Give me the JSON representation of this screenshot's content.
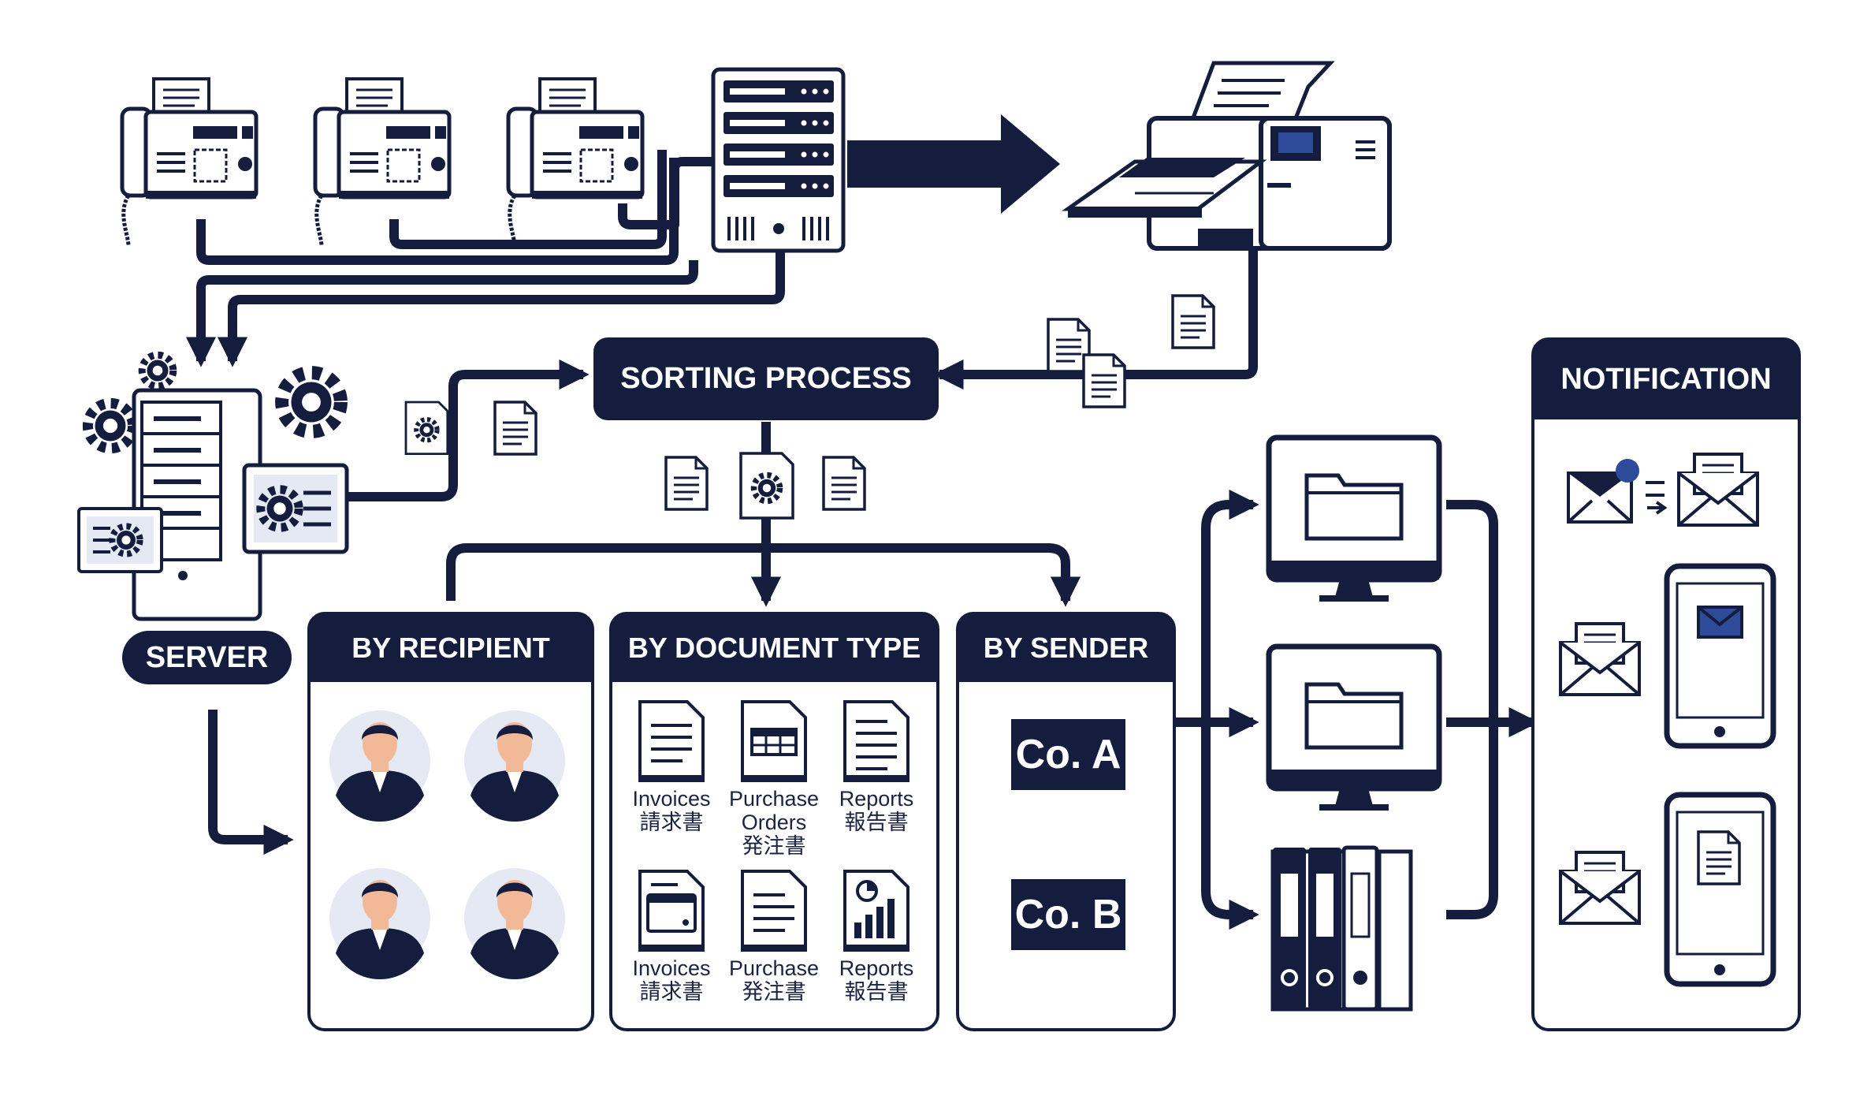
{
  "colors": {
    "navy": "#141d3d",
    "light": "#e4e9f3",
    "accent": "#2e4b9a",
    "skin": "#f2b998"
  },
  "labels": {
    "sorting_process": "SORTING PROCESS",
    "server": "SERVER",
    "by_recipient": "BY RECIPIENT",
    "by_document_type": "BY DOCUMENT TYPE",
    "by_sender": "BY SENDER",
    "notification": "NOTIFICATION"
  },
  "document_types": [
    {
      "en": "Invoices",
      "en2": "",
      "jp": "請求書",
      "icon": "invoice-doc-icon"
    },
    {
      "en": "Purchase",
      "en2": "Orders",
      "jp": "発注書",
      "icon": "purchase-order-doc-icon"
    },
    {
      "en": "Reports",
      "en2": "",
      "jp": "報告書",
      "icon": "report-doc-icon"
    },
    {
      "en": "Invoices",
      "en2": "",
      "jp": "請求書",
      "icon": "invoice-card-icon"
    },
    {
      "en": "Purchase",
      "en2": "",
      "jp": "発注書",
      "icon": "purchase-doc-icon"
    },
    {
      "en": "Reports",
      "en2": "",
      "jp": "報告書",
      "icon": "report-chart-icon"
    }
  ],
  "senders": [
    "Co. A",
    "Co. B"
  ],
  "icons": [
    "fax-machine-icon",
    "server-rack-icon",
    "multifunction-printer-icon",
    "server-gear-icon",
    "document-icon",
    "gear-document-icon",
    "person-avatar-icon",
    "computer-folder-icon",
    "binder-archive-icon",
    "email-icon",
    "smartphone-icon",
    "tablet-icon"
  ]
}
